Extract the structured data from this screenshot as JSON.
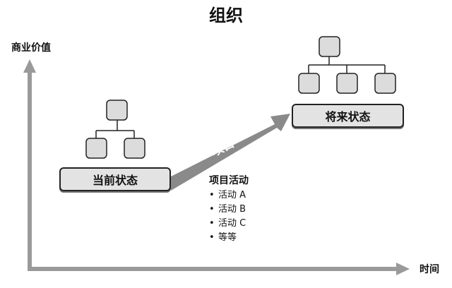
{
  "title": "组织",
  "y_axis_label": "商业价值",
  "x_axis_label": "时间",
  "current_state": {
    "label": "当前状态"
  },
  "future_state": {
    "label": "将来状态"
  },
  "arrow_label": "项目",
  "activities": {
    "title": "项目活动",
    "items": [
      "活动 A",
      "活动 B",
      "活动 C",
      "等等"
    ]
  },
  "colors": {
    "axis": "#9a9a9a",
    "arrow": "#8a8a8a",
    "box_fill": "#e3e3e3",
    "node_fill": "#dcdcdc",
    "stroke": "#222222"
  }
}
